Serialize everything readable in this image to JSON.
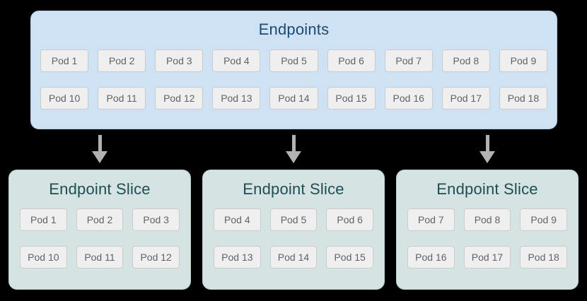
{
  "endpoints": {
    "title": "Endpoints",
    "pods": [
      "Pod 1",
      "Pod 2",
      "Pod 3",
      "Pod 4",
      "Pod 5",
      "Pod 6",
      "Pod 7",
      "Pod 8",
      "Pod 9",
      "Pod 10",
      "Pod 11",
      "Pod 12",
      "Pod 13",
      "Pod 14",
      "Pod 15",
      "Pod 16",
      "Pod 17",
      "Pod 18"
    ]
  },
  "slices": [
    {
      "title": "Endpoint Slice",
      "pods": [
        "Pod 1",
        "Pod 2",
        "Pod 3",
        "Pod 10",
        "Pod 11",
        "Pod 12"
      ]
    },
    {
      "title": "Endpoint Slice",
      "pods": [
        "Pod 4",
        "Pod 5",
        "Pod 6",
        "Pod 13",
        "Pod 14",
        "Pod 15"
      ]
    },
    {
      "title": "Endpoint Slice",
      "pods": [
        "Pod 7",
        "Pod 8",
        "Pod 9",
        "Pod 16",
        "Pod 17",
        "Pod 18"
      ]
    }
  ],
  "colors": {
    "background": "#000000",
    "endpoints_fill": "#cfe2f3",
    "endpoints_border": "#b3cbe0",
    "endpoints_title": "#1b4a73",
    "slice_fill": "#d5e4e3",
    "slice_border": "#b9d0ce",
    "slice_title": "#1f4e52",
    "pod_fill": "#efefef",
    "pod_border": "#cbcbcb",
    "pod_text": "#5f6368",
    "arrow": "#b2b2b2"
  }
}
